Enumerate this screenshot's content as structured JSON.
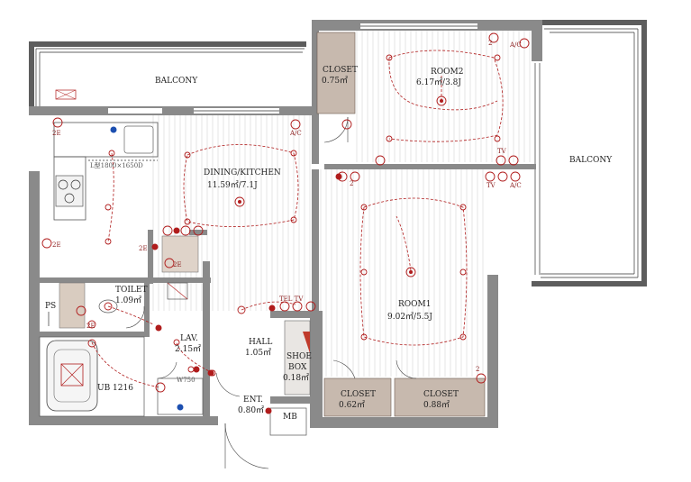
{
  "plan": {
    "balcony_top": "BALCONY",
    "balcony_right": "BALCONY",
    "closet_top_name": "CLOSET",
    "closet_top_area": "0.75㎡",
    "room2_name": "ROOM2",
    "room2_area": "6.17㎡/3.8J",
    "dining_name": "DINING/KITCHEN",
    "dining_area": "11.59㎡/7.1J",
    "kitchen_note": "L型1800×1650D",
    "room1_name": "ROOM1",
    "room1_area": "9.02㎡/5.5J",
    "toilet_name": "TOILET",
    "toilet_area": "1.09㎡",
    "ps": "PS",
    "lav_name": "LAV.",
    "lav_area": "2.15㎡",
    "hall_name": "HALL",
    "hall_area": "1.05㎡",
    "shoe_line1": "SHOE",
    "shoe_line2": "BOX",
    "shoe_area": "0.18㎡",
    "ub": "UB 1216",
    "ent_name": "ENT.",
    "ent_area": "0.80㎡",
    "mb": "MB",
    "closet_b1_name": "CLOSET",
    "closet_b1_area": "0.62㎡",
    "closet_b2_name": "CLOSET",
    "closet_b2_area": "0.88㎡",
    "ac_1": "A/C",
    "ac_2": "A/C",
    "ac_3": "A/C",
    "tv_tel": "TEL TV",
    "tv_1": "TV",
    "tv_2": "TV",
    "code_2e": "2E",
    "code_2": "2",
    "w750": "W750"
  }
}
